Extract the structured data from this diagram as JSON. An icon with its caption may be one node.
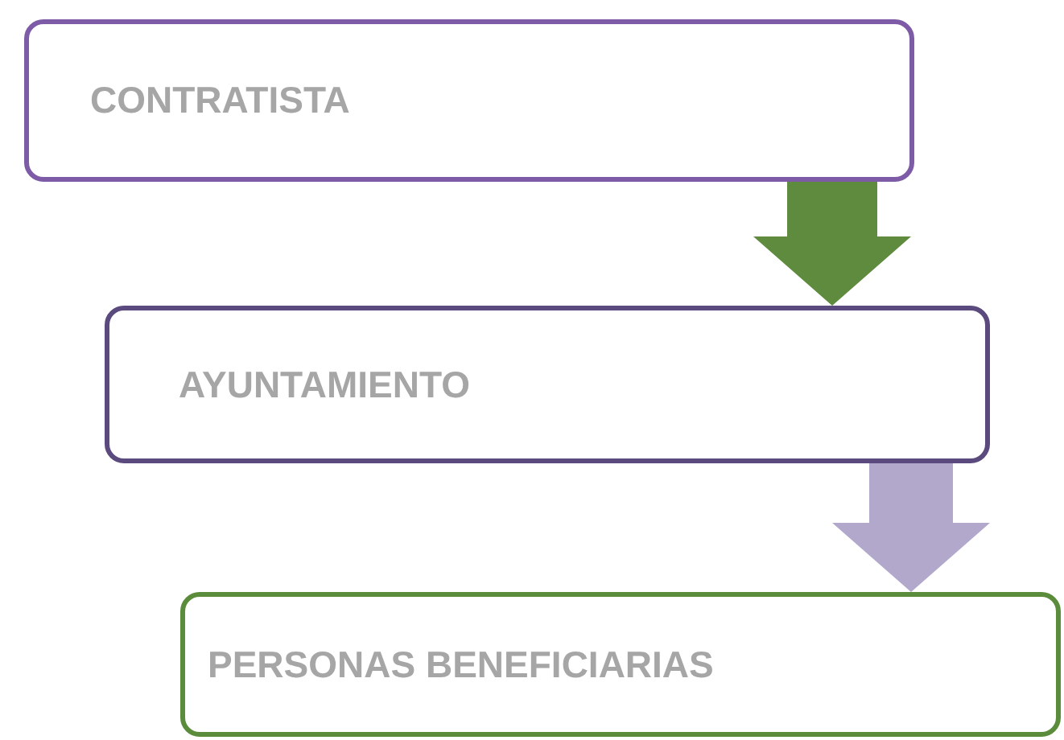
{
  "diagram": {
    "nodes": [
      {
        "text": [
          "CONTRATISTA"
        ]
      },
      {
        "text": [
          "AYUNTAMIENTO"
        ]
      },
      {
        "text": [
          "PERSONAS BENEFICIARIAS"
        ]
      }
    ],
    "edges": [
      {
        "from": 0,
        "to": 1,
        "arrow": "to",
        "style": "thick",
        "color": "#5e8b3e"
      },
      {
        "from": 1,
        "to": 2,
        "arrow": "to",
        "style": "thick",
        "color": "#b2a8cc"
      }
    ]
  }
}
